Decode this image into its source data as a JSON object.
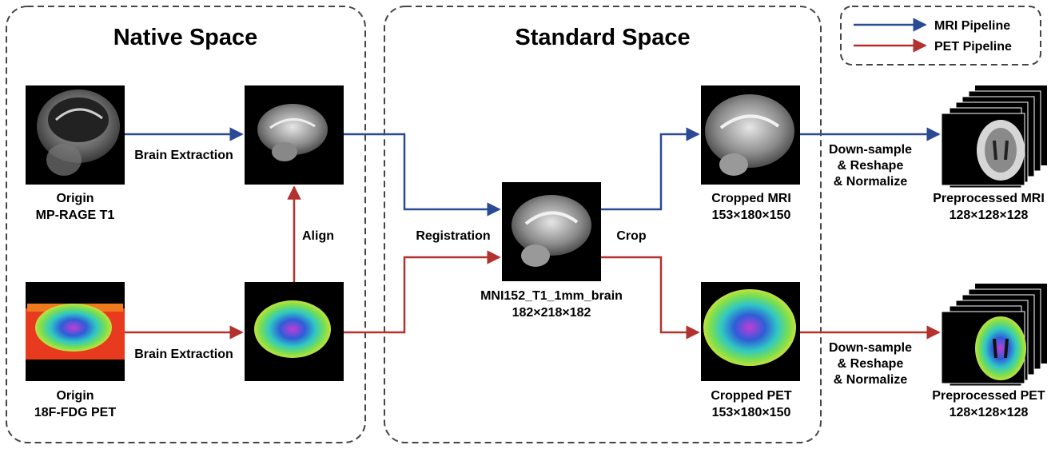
{
  "regions": {
    "native_title": "Native Space",
    "standard_title": "Standard Space"
  },
  "legend": {
    "mri": "MRI Pipeline",
    "pet": "PET Pipeline"
  },
  "colors": {
    "mri": "#2b4a94",
    "pet": "#b3312e",
    "border": "#444444"
  },
  "images": {
    "origin_mri": {
      "line1": "Origin",
      "line2": "MP-RAGE T1"
    },
    "origin_pet": {
      "line1": "Origin",
      "line2": "18F-FDG PET"
    },
    "mni": {
      "line1": "MNI152_T1_1mm_brain",
      "line2": "182×218×182"
    },
    "cropped_mri": {
      "line1": "Cropped MRI",
      "line2": "153×180×150"
    },
    "cropped_pet": {
      "line1": "Cropped PET",
      "line2": "153×180×150"
    },
    "pre_mri": {
      "line1": "Preprocessed MRI",
      "line2": "128×128×128"
    },
    "pre_pet": {
      "line1": "Preprocessed PET",
      "line2": "128×128×128"
    }
  },
  "steps": {
    "brain_extraction_mri": "Brain Extraction",
    "brain_extraction_pet": "Brain Extraction",
    "align": "Align",
    "registration": "Registration",
    "crop": "Crop",
    "post_mri": [
      "Down-sample",
      "& Reshape",
      "& Normalize"
    ],
    "post_pet": [
      "Down-sample",
      "& Reshape",
      "& Normalize"
    ]
  }
}
